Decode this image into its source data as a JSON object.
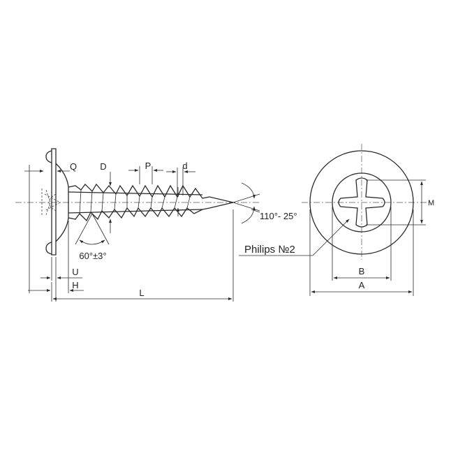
{
  "labels": {
    "q": "Q",
    "d_upper": "D",
    "p": "P",
    "d_lower": "d",
    "m": "M",
    "angle_tip": "110°- 25°",
    "angle_thread": "60°±3°",
    "drive": "Philips №2",
    "u": "U",
    "h": "H",
    "l": "L",
    "b": "B",
    "a": "A"
  },
  "colors": {
    "line": "#2a2a2a",
    "background": "#ffffff"
  }
}
